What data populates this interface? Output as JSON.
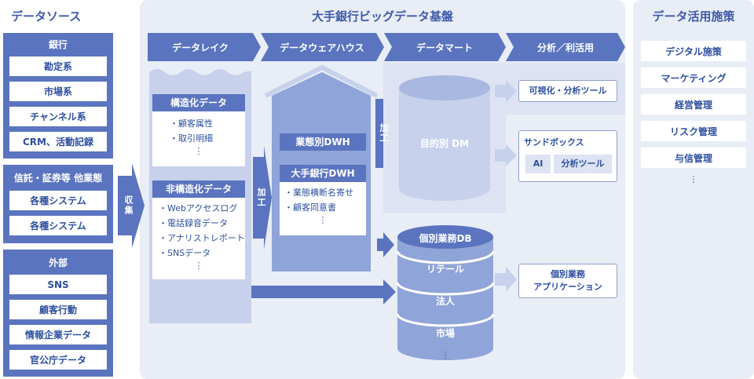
{
  "left": {
    "title": "データソース",
    "groups": [
      {
        "title": "銀行",
        "items": [
          "勘定系",
          "市場系",
          "チャンネル系",
          "CRM、活動記録"
        ]
      },
      {
        "title": "信託・証券等 他業態",
        "items": [
          "各種システム",
          "各種システム"
        ]
      },
      {
        "title": "外部",
        "items": [
          "SNS",
          "顧客行動",
          "情報企業データ",
          "官公庁データ"
        ]
      }
    ]
  },
  "collect_label": "収集",
  "center": {
    "title": "大手銀行ビッグデータ基盤",
    "stages": [
      "データレイク",
      "データウェアハウス",
      "データマート",
      "分析／利活用"
    ],
    "lake": {
      "structured": {
        "title": "構造化データ",
        "items": [
          "・顧客属性",
          "・取引明細"
        ],
        "more": "⋮"
      },
      "unstructured": {
        "title": "非構造化データ",
        "items": [
          "・Webアクセスログ",
          "・電話録音データ",
          "・アナリストレポート",
          "・SNSデータ"
        ],
        "more": "⋮"
      }
    },
    "process_label": "加工",
    "dwh": {
      "biz": "業態別DWH",
      "bank": {
        "title": "大手銀行DWH",
        "items": [
          "・業態横断名寄せ",
          "・顧客同意書"
        ],
        "more": "⋮"
      }
    },
    "process_label2": "加工",
    "dm": "目的別 DM",
    "db": {
      "title": "個別業務DB",
      "items": [
        "リテール",
        "法人",
        "市場"
      ],
      "more": "⋮"
    },
    "outputs": {
      "viz": "可視化・分析ツール",
      "sandbox": {
        "title": "サンドボックス",
        "items": [
          "AI",
          "分析ツール"
        ]
      },
      "app": [
        "個別業務",
        "アプリケーション"
      ]
    }
  },
  "right": {
    "title": "データ活用施策",
    "items": [
      "デジタル施策",
      "マーケティング",
      "経営管理",
      "リスク管理",
      "与信管理"
    ],
    "more": "⋮"
  },
  "colors": {
    "dark": "#5a74c0",
    "mid": "#8fa4d8",
    "light": "#c7d1ec",
    "panel": "#e9edf6"
  }
}
